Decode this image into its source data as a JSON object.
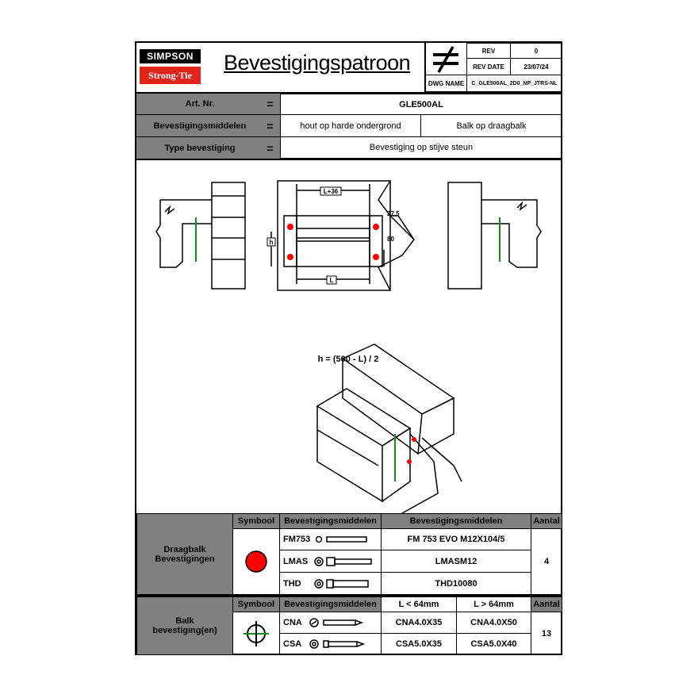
{
  "header": {
    "logo_top": "SIMPSON",
    "logo_bottom": "Strong-Tie",
    "title": "Bevestigingspatroon",
    "rev_label": "REV",
    "rev_value": "0",
    "rev_date_label": "REV DATE",
    "rev_date_value": "23/07/24",
    "dwg_label": "DWG NAME",
    "dwg_value": "C_GLE500AL_2D0_NP_JTRS-NL",
    "symbol_icon": "not-equal-icon"
  },
  "info": {
    "art_label": "Art. Nr.",
    "art_value": "GLE500AL",
    "means_label": "Bevestigingsmiddelen",
    "means_value_1": "hout op harde ondergrond",
    "means_value_2": "Balk op draagbalk",
    "type_label": "Type bevestiging",
    "type_value": "Bevestiging op stijve steun",
    "eq": "="
  },
  "drawing": {
    "dim_top": "L+36",
    "dim_bottom": "L",
    "dim_h": "h",
    "dim_275": "27.5",
    "dim_80": "80",
    "formula": "h = (500 - L) / 2",
    "colors": {
      "red": "#ff0000",
      "green": "#1a8a1a"
    }
  },
  "table1": {
    "group_label": "Draagbalk Bevestigingen",
    "col_symbol": "Symbool",
    "col_means": "Bevestigingsmiddelen",
    "col_means2": "Bevestigingsmiddelen",
    "col_qty": "Aantal",
    "rows": [
      {
        "code": "FM753",
        "value": "FM 753 EVO M12X104/5"
      },
      {
        "code": "LMAS",
        "value": "LMASM12"
      },
      {
        "code": "THD",
        "value": "THD10080"
      }
    ],
    "qty": "4",
    "symbol_icon": "red-dot-icon"
  },
  "table2": {
    "group_label": "Balk bevestiging(en)",
    "col_symbol": "Symbool",
    "col_means": "Bevestigingsmiddelen",
    "col_lt": "L < 64mm",
    "col_gt": "L > 64mm",
    "col_qty": "Aantal",
    "rows": [
      {
        "code": "CNA",
        "lt": "CNA4.0X35",
        "gt": "CNA4.0X50"
      },
      {
        "code": "CSA",
        "lt": "CSA5.0X35",
        "gt": "CSA5.0X40"
      }
    ],
    "qty": "13",
    "symbol_icon": "green-crosshair-icon"
  }
}
